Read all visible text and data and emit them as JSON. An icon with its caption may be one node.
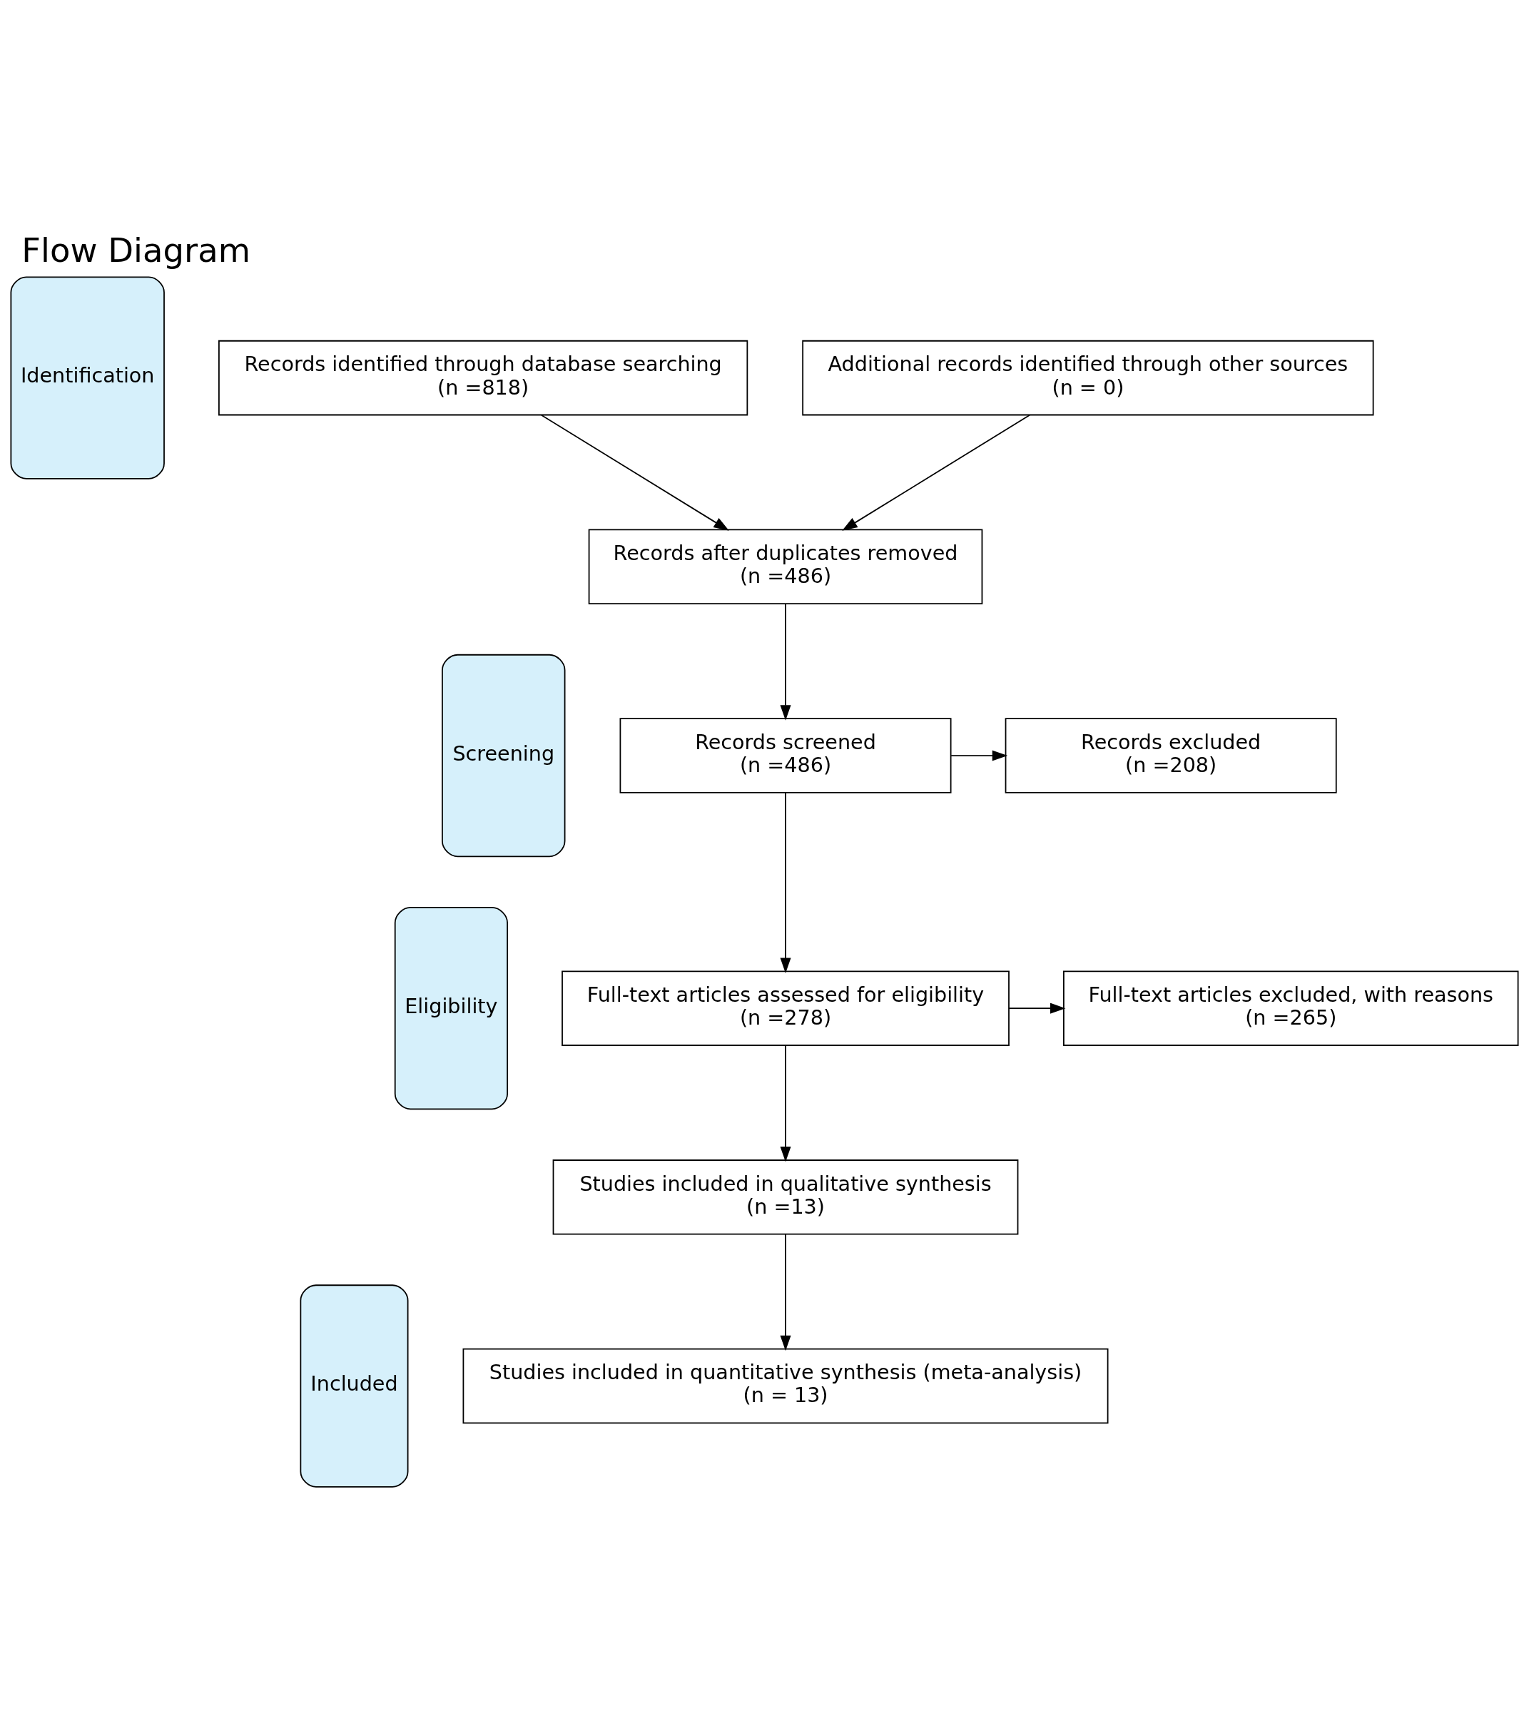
{
  "diagram": {
    "title": "Flow Diagram",
    "nodes": [
      {
        "text": [
          "Identification"
        ]
      },
      {
        "text": [
          "Screening"
        ]
      },
      {
        "text": [
          "Eligibility"
        ]
      },
      {
        "text": [
          "Included"
        ]
      },
      {
        "text": [
          "Records identified through database searching",
          "(n =818)"
        ]
      },
      {
        "text": [
          "Additional records identified through other sources",
          "(n = 0)"
        ]
      },
      {
        "text": [
          "Records after duplicates removed",
          "(n =486)"
        ]
      },
      {
        "text": [
          "Records screened",
          "(n =486)"
        ]
      },
      {
        "text": [
          "Records excluded",
          "(n =208)"
        ]
      },
      {
        "text": [
          "Full-text articles assessed for eligibility",
          "(n =278)"
        ]
      },
      {
        "text": [
          "Full-text articles excluded, with reasons",
          "(n =265)"
        ]
      },
      {
        "text": [
          "Studies included in qualitative synthesis",
          "(n =13)"
        ]
      },
      {
        "text": [
          "Studies included in quantitative synthesis (meta-analysis)",
          "(n = 13)"
        ]
      }
    ],
    "edges": [
      {
        "from": 4,
        "to": 6,
        "arrow": "to"
      },
      {
        "from": 5,
        "to": 6,
        "arrow": "to"
      },
      {
        "from": 6,
        "to": 7,
        "arrow": "to"
      },
      {
        "from": 7,
        "to": 8,
        "arrow": "to"
      },
      {
        "from": 7,
        "to": 9,
        "arrow": "to"
      },
      {
        "from": 9,
        "to": 10,
        "arrow": "to"
      },
      {
        "from": 9,
        "to": 11,
        "arrow": "to"
      },
      {
        "from": 11,
        "to": 12,
        "arrow": "to"
      }
    ]
  }
}
